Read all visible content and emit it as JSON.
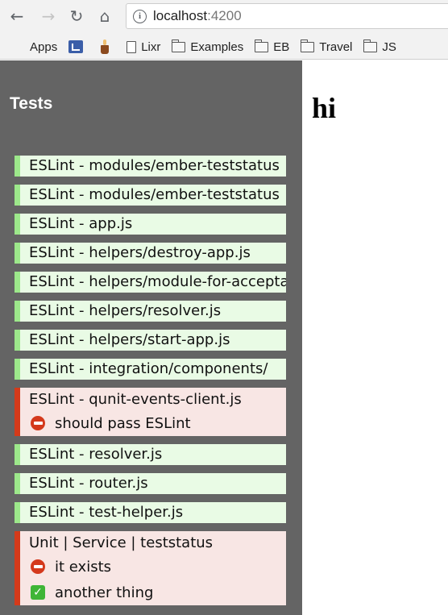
{
  "browser": {
    "nav": {
      "back_icon": "←",
      "forward_icon": "→",
      "reload_icon": "↻",
      "home_icon": "⌂"
    },
    "url_host": "localhost",
    "url_port": ":4200",
    "bookmarks": [
      {
        "label": "Apps",
        "icon": "apps-grid-icon"
      },
      {
        "label": "",
        "icon": "calendar-icon"
      },
      {
        "label": "",
        "icon": "coffee-cup-icon"
      },
      {
        "label": "Lixr",
        "icon": "document-icon"
      },
      {
        "label": "Examples",
        "icon": "folder-icon"
      },
      {
        "label": "EB",
        "icon": "folder-icon"
      },
      {
        "label": "Travel",
        "icon": "folder-icon"
      },
      {
        "label": "JS",
        "icon": "folder-icon"
      }
    ],
    "apps_colors": [
      "#ea4335",
      "#fbbc05",
      "#34a853",
      "#4285f4",
      "#ea4335",
      "#fbbc05",
      "#34a853",
      "#4285f4",
      "#ea4335"
    ]
  },
  "panel": {
    "title": "Tests",
    "tests": [
      {
        "name": "ESLint - modules/ember-teststatus",
        "status": "pass"
      },
      {
        "name": "ESLint - modules/ember-teststatus",
        "status": "pass"
      },
      {
        "name": "ESLint - app.js",
        "status": "pass"
      },
      {
        "name": "ESLint - helpers/destroy-app.js",
        "status": "pass"
      },
      {
        "name": "ESLint - helpers/module-for-acceptance",
        "status": "pass"
      },
      {
        "name": "ESLint - helpers/resolver.js",
        "status": "pass"
      },
      {
        "name": "ESLint - helpers/start-app.js",
        "status": "pass"
      },
      {
        "name": "ESLint - integration/components/",
        "status": "pass"
      },
      {
        "name": "ESLint - qunit-events-client.js",
        "status": "fail",
        "assertions": [
          {
            "text": "should pass ESLint",
            "result": "fail"
          }
        ]
      },
      {
        "name": "ESLint - resolver.js",
        "status": "pass"
      },
      {
        "name": "ESLint - router.js",
        "status": "pass"
      },
      {
        "name": "ESLint - test-helper.js",
        "status": "pass"
      },
      {
        "name": "Unit | Service | teststatus",
        "status": "fail",
        "assertions": [
          {
            "text": "it exists",
            "result": "fail"
          },
          {
            "text": "another thing",
            "result": "pass"
          }
        ]
      }
    ],
    "colors": {
      "pass_bg": "#e9fbe5",
      "pass_bar": "#9de88b",
      "fail_bg": "#f8e6e4",
      "fail_bar": "#d43a1a",
      "panel_bg": "#646464"
    }
  },
  "content": {
    "heading": "hi"
  }
}
